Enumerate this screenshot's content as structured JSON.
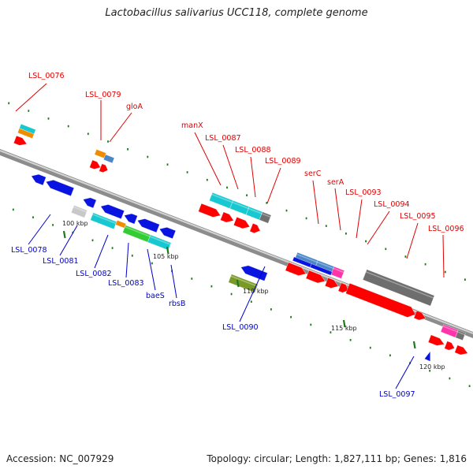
{
  "title": "Lactobacillus salivarius UCC118, complete genome",
  "footer": {
    "accession": "Accession: NC_007929",
    "summary": "Topology: circular; Length: 1,827,111 bp; Genes: 1,816"
  },
  "colors": {
    "forward_label": "#e00000",
    "reverse_label": "#0000cc",
    "backbone": "#8a8a8a",
    "tick": "#1a7a1a"
  },
  "ticks": [
    {
      "label": "100 kbp"
    },
    {
      "label": "105 kbp"
    },
    {
      "label": "110 kbp"
    },
    {
      "label": "115 kbp"
    },
    {
      "label": "120 kbp"
    }
  ],
  "features": [
    {
      "id": "LSL_0076",
      "strand": "forward"
    },
    {
      "id": "LSL_0079",
      "strand": "forward"
    },
    {
      "id": "gloA",
      "strand": "forward"
    },
    {
      "id": "manX",
      "strand": "forward"
    },
    {
      "id": "LSL_0087",
      "strand": "forward"
    },
    {
      "id": "LSL_0088",
      "strand": "forward"
    },
    {
      "id": "LSL_0089",
      "strand": "forward"
    },
    {
      "id": "serC",
      "strand": "forward"
    },
    {
      "id": "serA",
      "strand": "forward"
    },
    {
      "id": "LSL_0093",
      "strand": "forward"
    },
    {
      "id": "LSL_0094",
      "strand": "forward"
    },
    {
      "id": "LSL_0095",
      "strand": "forward"
    },
    {
      "id": "LSL_0096",
      "strand": "forward"
    },
    {
      "id": "LSL_0078",
      "strand": "reverse"
    },
    {
      "id": "LSL_0081",
      "strand": "reverse"
    },
    {
      "id": "LSL_0082",
      "strand": "reverse"
    },
    {
      "id": "LSL_0083",
      "strand": "reverse"
    },
    {
      "id": "baeS",
      "strand": "reverse"
    },
    {
      "id": "rbsB",
      "strand": "reverse"
    },
    {
      "id": "LSL_0090",
      "strand": "reverse"
    },
    {
      "id": "LSL_0097",
      "strand": "reverse"
    }
  ]
}
